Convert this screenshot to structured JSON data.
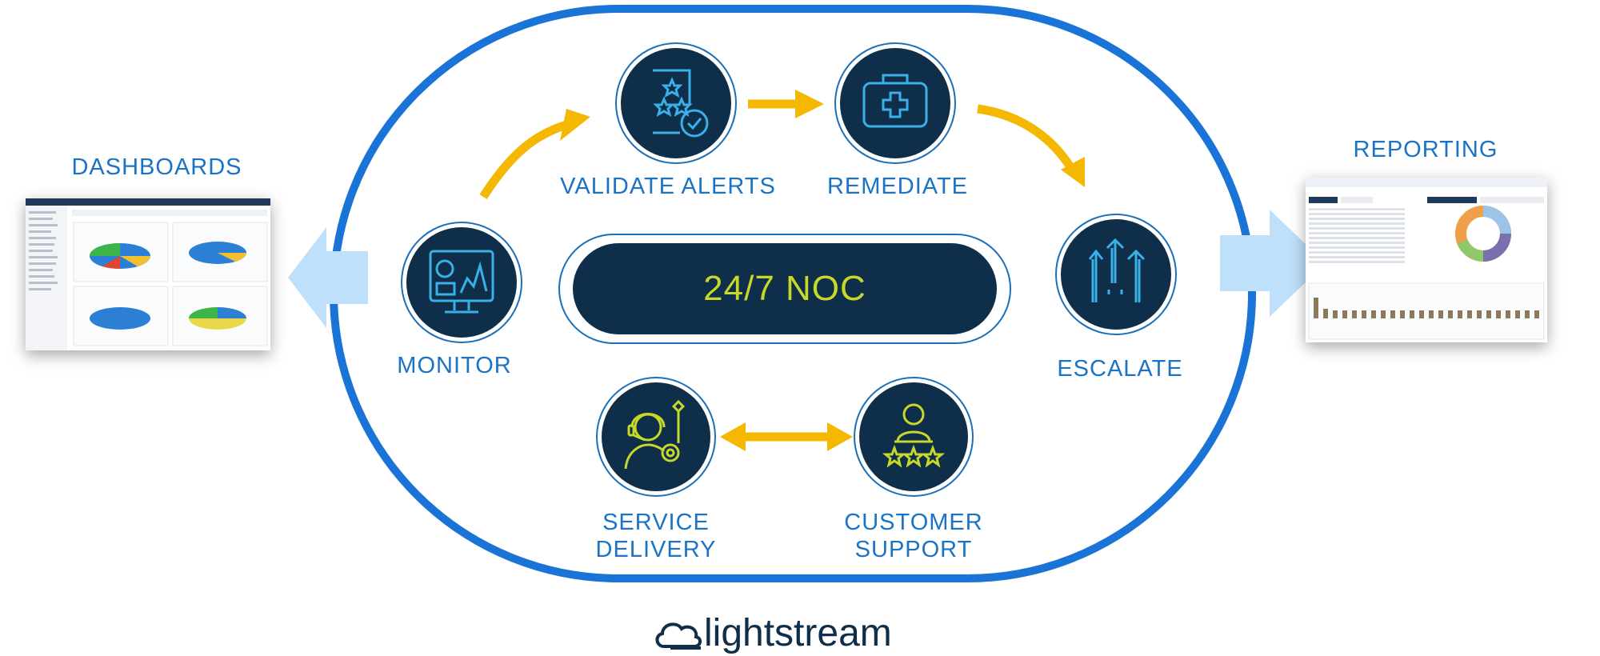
{
  "left_panel": {
    "title": "DASHBOARDS"
  },
  "right_panel": {
    "title": "REPORTING"
  },
  "center": {
    "noc_label": "24/7 NOC"
  },
  "steps": {
    "monitor": "MONITOR",
    "validate": "VALIDATE ALERTS",
    "remediate": "REMEDIATE",
    "escalate": "ESCALATE",
    "service_line1": "SERVICE",
    "service_line2": "DELIVERY",
    "customer_line1": "CUSTOMER",
    "customer_line2": "SUPPORT"
  },
  "brand": {
    "name": "lightstream"
  },
  "colors": {
    "ring_blue": "#1a73d6",
    "navy": "#0e2e49",
    "arrow_yellow": "#f5b800",
    "noc_text": "#c7d82b",
    "label_blue": "#1a73c4",
    "side_arrow": "#bfe0fb"
  },
  "icons": [
    "monitor-dashboard-icon",
    "star-rated-checklist-icon",
    "first-aid-kit-icon",
    "upward-arrows-icon",
    "support-agent-gear-icon",
    "customer-rating-stars-icon",
    "cloud-logo-icon"
  ]
}
